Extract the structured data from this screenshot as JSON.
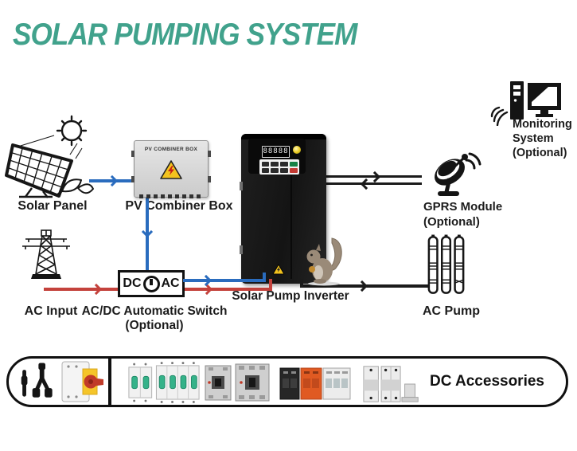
{
  "title": "SOLAR PUMPING SYSTEM",
  "colors": {
    "title": "#41a28c",
    "dc": "#2a6cbe",
    "ac": "#c4423c",
    "sig": "#1b1b1b",
    "warn": "#f3c31e"
  },
  "diagram": {
    "solar_panel": {
      "label": "Solar Panel"
    },
    "pv_combiner": {
      "label": "PV Combiner Box",
      "box_text": "PV COMBINER BOX"
    },
    "ac_input": {
      "label": "AC Input"
    },
    "switch": {
      "line1": "AC/DC Automatic Switch",
      "line2": "(Optional)",
      "dc": "DC",
      "ac": "AC"
    },
    "inverter": {
      "label": "Solar Pump Inverter",
      "display": "88888"
    },
    "gprs": {
      "line1": "GPRS Module",
      "line2": "(Optional)"
    },
    "monitoring": {
      "line1": "Monitoring",
      "line2": "System",
      "line3": "(Optional)"
    },
    "ac_pump": {
      "label": "AC Pump"
    },
    "accessories": {
      "label": "DC Accessories"
    }
  }
}
